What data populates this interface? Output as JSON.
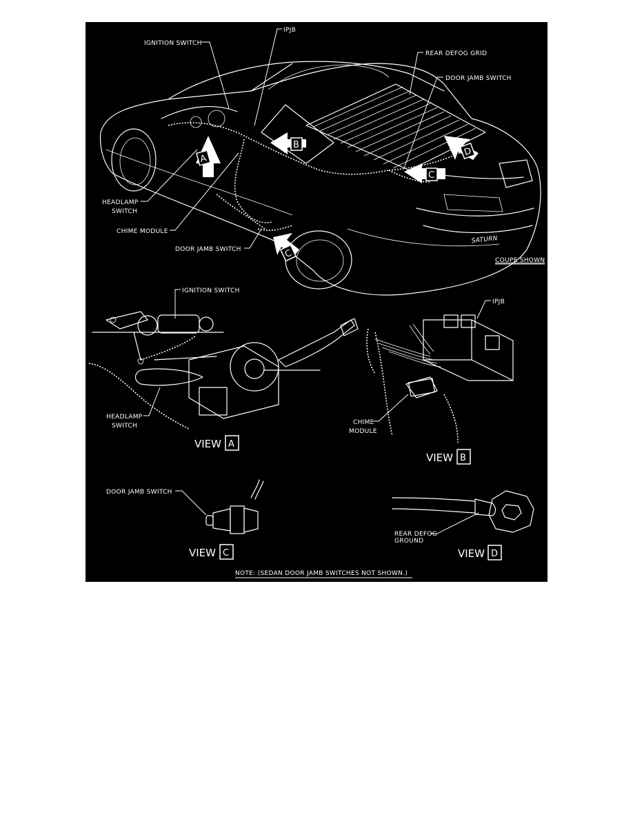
{
  "callouts": {
    "ignition_switch": "IGNITION SWITCH",
    "ipjb": "IPJB",
    "rear_defog_grid": "REAR DEFOG GRID",
    "door_jamb_switch": "DOOR JAMB SWITCH",
    "headlamp_switch_line1": "HEADLAMP",
    "headlamp_switch_line2": "SWITCH",
    "chime_module": "CHIME MODULE",
    "door_jamb_switch_lower": "DOOR JAMB SWITCH",
    "coupe_shown": "COUPE SHOWN",
    "car_badge": "SATURN"
  },
  "arrow_letters": [
    "A",
    "B",
    "C",
    "D",
    "C"
  ],
  "view_a": {
    "title": "VIEW",
    "letter": "A",
    "ignition_switch": "IGNITION SWITCH",
    "headlamp_line1": "HEADLAMP",
    "headlamp_line2": "SWITCH"
  },
  "view_b": {
    "title": "VIEW",
    "letter": "B",
    "ipjb": "IPJB",
    "chime_line1": "CHIME",
    "chime_line2": "MODULE"
  },
  "view_c": {
    "title": "VIEW",
    "letter": "C",
    "door_jamb_switch": "DOOR JAMB SWITCH"
  },
  "view_d": {
    "title": "VIEW",
    "letter": "D",
    "ground_line1": "REAR DEFOG",
    "ground_line2": "GROUND"
  },
  "note": "NOTE: (SEDAN DOOR JAMB SWITCHES NOT SHOWN.)",
  "colors": {
    "background": "#000000",
    "line": "#ffffff",
    "page": "#ffffff"
  }
}
